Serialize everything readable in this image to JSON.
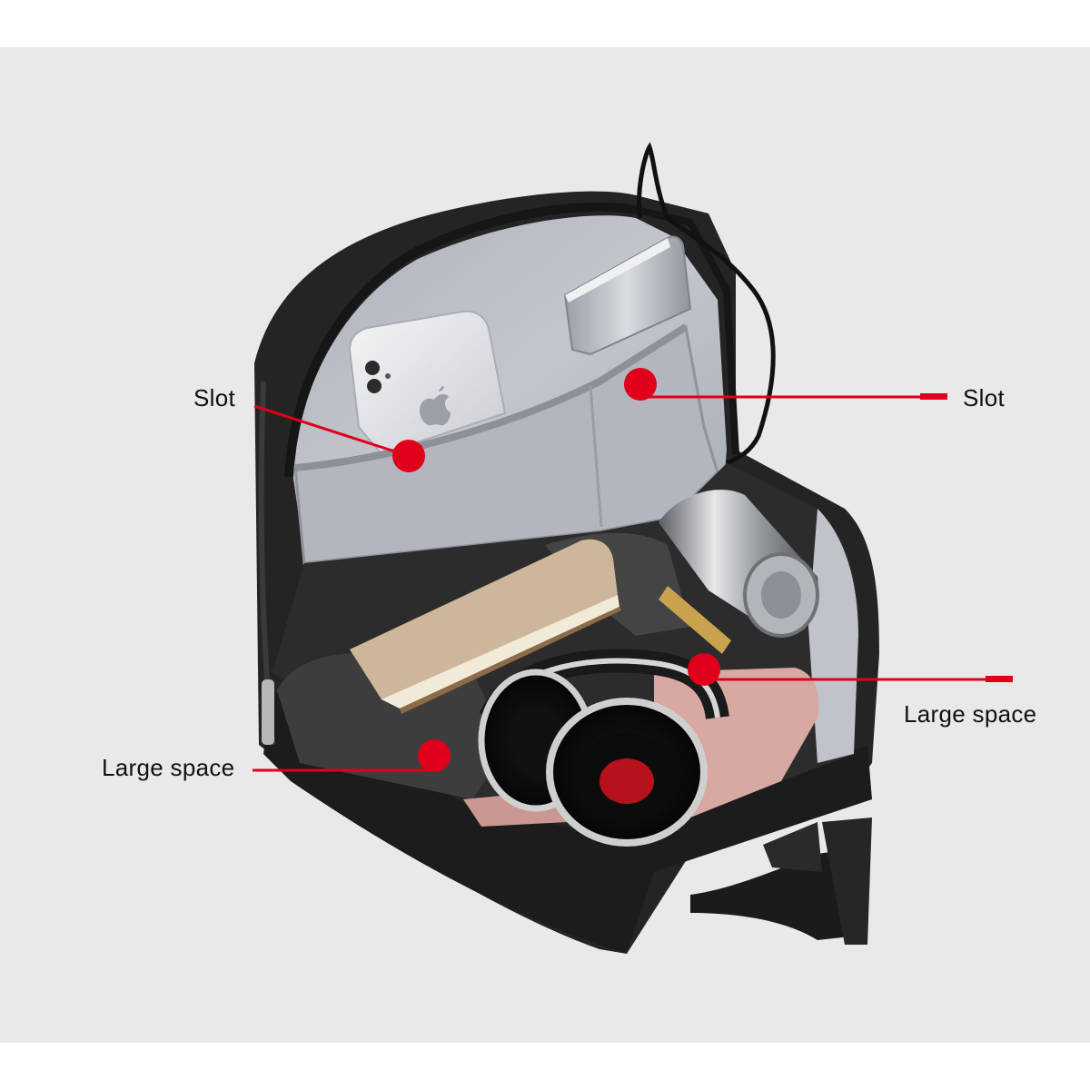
{
  "annotations": {
    "slot_left": "Slot",
    "slot_right": "Slot",
    "large_space_left": "Large space",
    "large_space_right": "Large space"
  },
  "colors": {
    "background": "#e9e9e9",
    "marker": "#e0001b",
    "bag_fabric": "#222222",
    "lining": "#b9bcc4",
    "text": "#111111"
  },
  "icons": {
    "phone_logo": "apple-logo-icon"
  }
}
